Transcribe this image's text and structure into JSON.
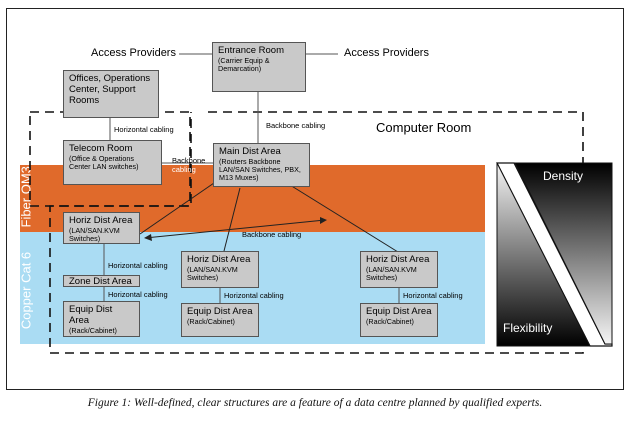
{
  "access_providers": {
    "left": "Access Providers",
    "right": "Access Providers"
  },
  "entrance_room": {
    "title": "Entrance Room",
    "sub": "(Carrier Equip & Demarcation)"
  },
  "offices": {
    "title": "Offices, Operations Center, Support Rooms"
  },
  "telecom_room": {
    "title": "Telecom Room",
    "sub": "(Office & Operations Center LAN switches)"
  },
  "computer_room": "Computer Room",
  "main_dist": {
    "title": "Main Dist Area",
    "sub": "(Routers Backbone LAN/SAN Switches, PBX, M13 Muxes)"
  },
  "horiz_left": {
    "title": "Horiz Dist Area",
    "sub": "(LAN/SAN.KVM Switches)"
  },
  "horiz_mid": {
    "title": "Horiz Dist Area",
    "sub": "(LAN/SAN.KVM Switches)"
  },
  "horiz_right": {
    "title": "Horiz Dist Area",
    "sub": "(LAN/SAN.KVM Switches)"
  },
  "zone_dist": {
    "title": "Zone Dist Area"
  },
  "equip_left": {
    "title": "Equip Dist Area",
    "sub": "(Rack/Cabinet)"
  },
  "equip_mid": {
    "title": "Equip Dist Area",
    "sub": "(Rack/Cabinet)"
  },
  "equip_right": {
    "title": "Equip Dist Area",
    "sub": "(Rack/Cabinet)"
  },
  "cabling": {
    "horizontal": "Horizontal cabling",
    "backbone": "Backbone cabling",
    "backbone_split_1": "Backbone",
    "backbone_split_2": "cabling"
  },
  "bands": {
    "fiber": "Fiber OM3",
    "copper": "Copper Cat 6"
  },
  "density": "Density",
  "flexibility": "Flexibility",
  "caption": "Figure 1:  Well-defined, clear structures are a feature of a data centre planned by qualified experts.",
  "colors": {
    "fiber_band": "#e06a2b",
    "copper_band": "#aadcf3",
    "box_fill": "#c9c9c9"
  }
}
